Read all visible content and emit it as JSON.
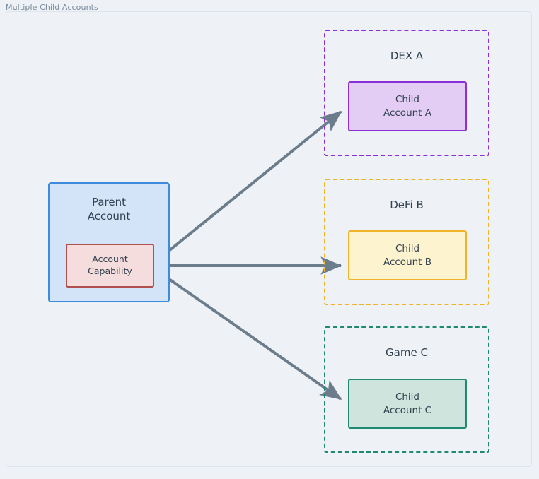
{
  "frame": {
    "label": "Multiple Child Accounts",
    "border_color": "#dde4ec",
    "background": "#eef2f6"
  },
  "diagram": {
    "type": "flow",
    "edge_color": "#6b7c8c",
    "nodes": [
      {
        "id": "parent-account",
        "label": "Parent\nAccount",
        "fill": "#d4e4f8",
        "stroke": "#3d8bdd"
      },
      {
        "id": "account-capability",
        "label": "Account\nCapability",
        "fill": "#f4dddc",
        "stroke": "#b0504f"
      }
    ],
    "groups": [
      {
        "id": "group-dex-a",
        "title": "DEX A",
        "stroke": "#8b2fd6",
        "style": "dashed",
        "child": {
          "id": "child-account-a",
          "label": "Child\nAccount A",
          "fill": "#e4cdf4",
          "stroke": "#8b2fd6"
        }
      },
      {
        "id": "group-defi-b",
        "title": "DeFi B",
        "stroke": "#f0b429",
        "style": "dashed",
        "child": {
          "id": "child-account-b",
          "label": "Child\nAccount B",
          "fill": "#fdf3cf",
          "stroke": "#f0b429"
        }
      },
      {
        "id": "group-game-c",
        "title": "Game C",
        "stroke": "#1f8a70",
        "style": "dashed",
        "child": {
          "id": "child-account-c",
          "label": "Child\nAccount C",
          "fill": "#cfe4dc",
          "stroke": "#1f8a70"
        }
      }
    ],
    "edges": [
      {
        "from": "account-capability",
        "to": "child-account-a",
        "label": ""
      },
      {
        "from": "account-capability",
        "to": "child-account-b",
        "label": ""
      },
      {
        "from": "account-capability",
        "to": "child-account-c",
        "label": ""
      }
    ]
  }
}
